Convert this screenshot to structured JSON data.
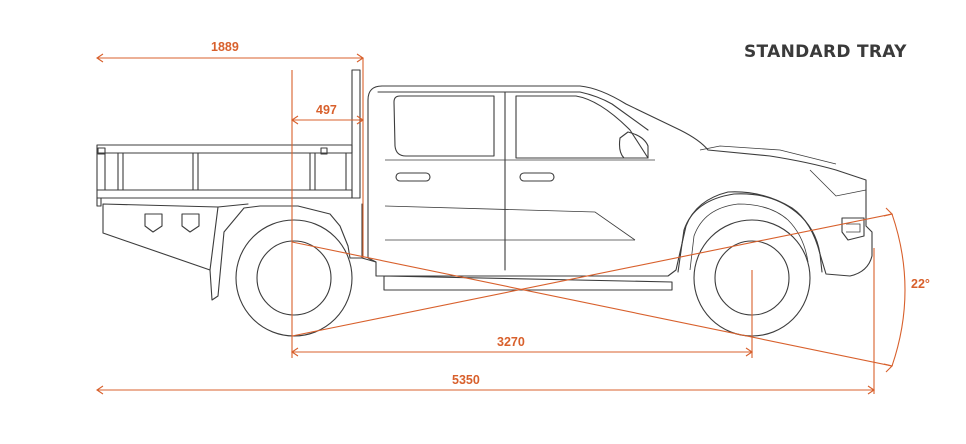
{
  "title": "STANDARD TRAY",
  "accent_color": "#d8602c",
  "line_color": "#3c3c3c",
  "dimensions": {
    "tray_length": "1889",
    "tray_overhang": "497",
    "wheelbase": "3270",
    "overall_length": "5350",
    "approach_angle": "22°"
  }
}
